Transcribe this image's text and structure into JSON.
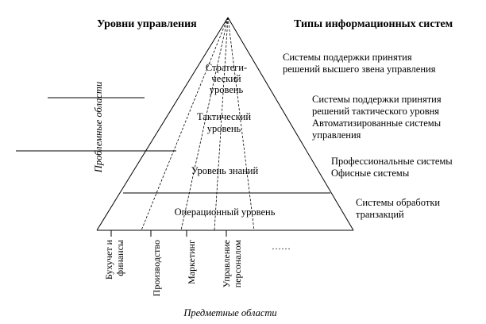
{
  "headers": {
    "levels": "Уровни управления",
    "systems": "Типы информационных систем"
  },
  "levels": {
    "strategic": [
      "Стратеги-",
      "ческий",
      "уровень"
    ],
    "tactical": [
      "Тактический",
      "уровень"
    ],
    "knowledge": [
      "Уровень знаний"
    ],
    "operational": [
      "Операционный уровень"
    ]
  },
  "systems": {
    "top": [
      "Системы поддержки принятия",
      "решений высшего звена управления"
    ],
    "tactical": [
      "Системы поддержки принятия",
      "решений тактического уровня",
      "Автоматизированные системы",
      "управления"
    ],
    "knowledge": [
      "Профессиональные системы",
      "Офисные системы"
    ],
    "operational": [
      "Системы обработки",
      "транзакций"
    ]
  },
  "domains": {
    "accounting": [
      "Бухучет и",
      "финансы"
    ],
    "production": [
      "Производство"
    ],
    "marketing": [
      "Маркетинг"
    ],
    "hr": [
      "Управление",
      "персоналом"
    ],
    "more": "……"
  },
  "axes": {
    "problem_areas": "Проблемные области",
    "subject_areas": "Предметные области"
  }
}
